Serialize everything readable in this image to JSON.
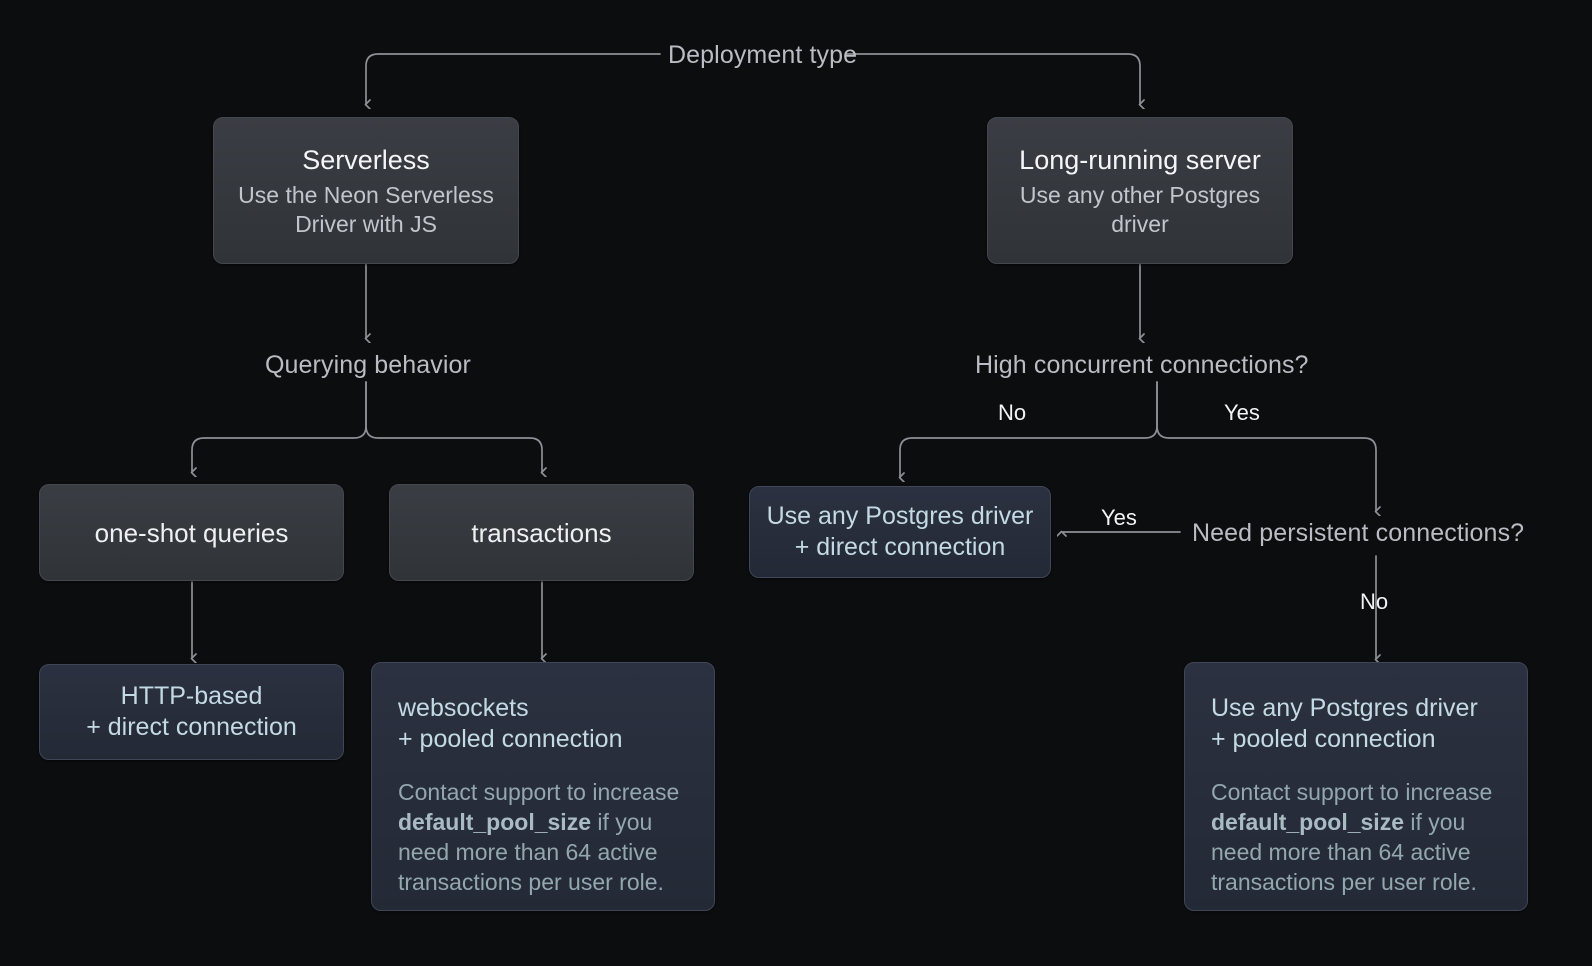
{
  "diagram": {
    "title": "Deployment type",
    "theme": {
      "background": "#0c0d0f",
      "wire": "#8d9096",
      "gray_box_fill": "#35383d",
      "gray_box_border": "#44474d",
      "blue_box_fill": "#262b38",
      "blue_box_border": "#3e4657",
      "blue_text": "#c3dae4",
      "muted_text": "#b9bcc2",
      "bright_text": "#f2f3f5"
    },
    "root_label": "Deployment type",
    "decisions": {
      "querying_behavior": "Querying behavior",
      "high_concurrent_connections": "High concurrent connections?",
      "need_persistent_connections": "Need persistent connections?"
    },
    "edge_labels": {
      "concurrency_no": "No",
      "concurrency_yes": "Yes",
      "persistent_yes": "Yes",
      "persistent_no": "No"
    },
    "nodes": {
      "serverless": {
        "title": "Serverless",
        "subtitle": "Use the Neon Serverless Driver with JS"
      },
      "long_running": {
        "title": "Long-running server",
        "subtitle": "Use any other Postgres driver"
      },
      "one_shot": {
        "title": "one-shot queries"
      },
      "transactions": {
        "title": "transactions"
      },
      "http_direct": {
        "line1": "HTTP-based",
        "line2": "+ direct connection"
      },
      "websockets_pooled": {
        "line1": "websockets",
        "line2": "+ pooled connection",
        "note_before": "Contact support to increase ",
        "note_code": "default_pool_size",
        "note_after": " if you need more than 64 active transactions per user role."
      },
      "driver_direct": {
        "line1": "Use any Postgres driver",
        "line2": "+ direct connection"
      },
      "driver_pooled": {
        "line1": "Use any Postgres driver",
        "line2": "+ pooled connection",
        "note_before": "Contact support to increase ",
        "note_code": "default_pool_size",
        "note_after": " if you need more than 64 active transactions per user role."
      }
    }
  }
}
